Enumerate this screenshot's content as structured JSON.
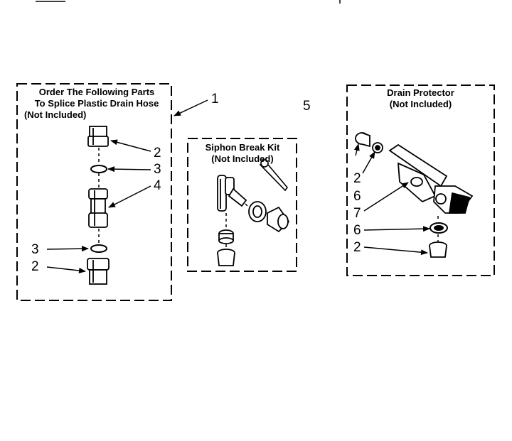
{
  "panels": {
    "splice": {
      "title_lines": [
        "Order The Following Parts",
        "To Splice Plastic Drain Hose",
        "(Not Included)"
      ],
      "callouts": [
        "1",
        "2",
        "3",
        "4",
        "3",
        "2"
      ]
    },
    "siphon": {
      "title_lines": [
        "Siphon Break Kit",
        "(Not Included)"
      ],
      "callouts": [
        "5"
      ]
    },
    "drain": {
      "title_lines": [
        "Drain Protector",
        "(Not Included)"
      ],
      "callouts": [
        "2",
        "6",
        "7",
        "6",
        "2"
      ]
    }
  },
  "colors": {
    "ink": "#000000",
    "paper": "#ffffff"
  }
}
